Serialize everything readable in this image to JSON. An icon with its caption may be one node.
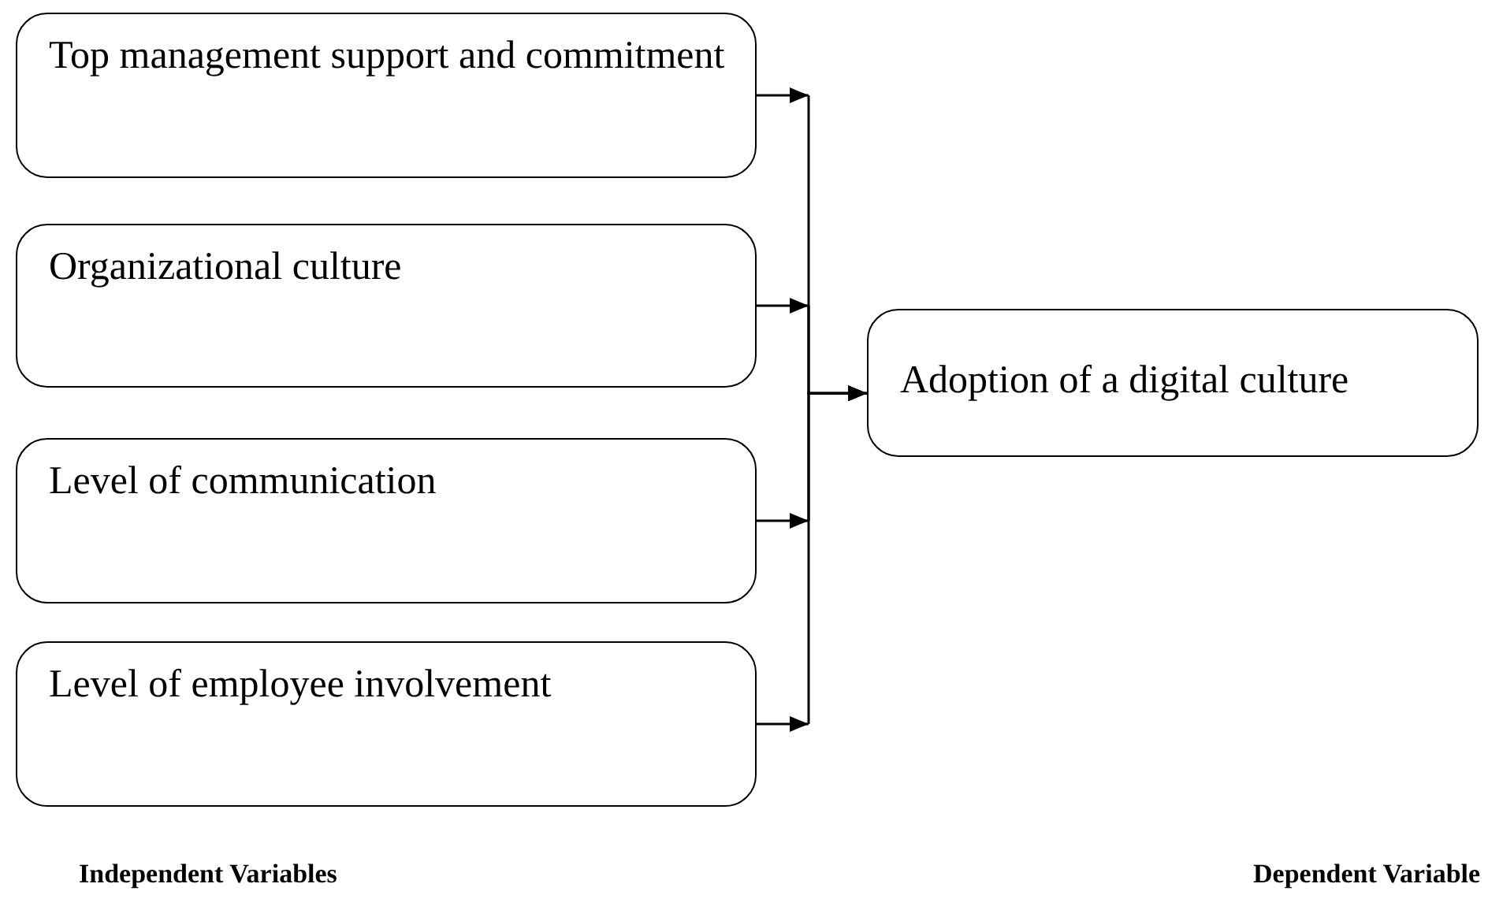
{
  "diagram": {
    "nodes": [
      {
        "text": [
          "Top management support and commitment"
        ]
      },
      {
        "text": [
          "Organizational culture"
        ]
      },
      {
        "text": [
          "Level of communication"
        ]
      },
      {
        "text": [
          "Level of employee involvement"
        ]
      },
      {
        "text": [
          "Adoption of a digital culture"
        ]
      }
    ],
    "edges": [
      {
        "from": 0,
        "to": 4,
        "arrow": "to"
      },
      {
        "from": 1,
        "to": 4,
        "arrow": "to"
      },
      {
        "from": 2,
        "to": 4,
        "arrow": "to"
      },
      {
        "from": 3,
        "to": 4,
        "arrow": "to"
      }
    ],
    "labels": [
      "Independent Variables",
      "Dependent Variable"
    ]
  }
}
